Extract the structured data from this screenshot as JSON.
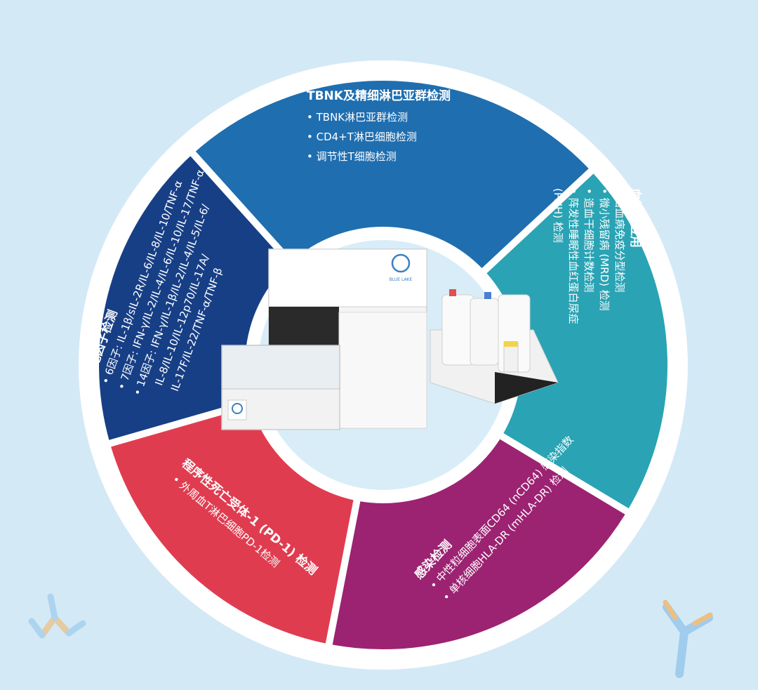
{
  "segments": [
    {
      "id": "tbnk",
      "color": "#1f6eb0",
      "title": "TBNK及精细淋巴亚群检测",
      "items": [
        "• TBNK淋巴亚群检测",
        "• CD4+T淋巴细胞检测",
        "• 调节性T细胞检测"
      ]
    },
    {
      "id": "hematology",
      "color": "#2aa3b4",
      "title": "血液科应用",
      "items": [
        "• 白血病免疫分型检测",
        "• 微小残留病 (MRD) 检测",
        "• 造血干细胞计数检测",
        "• 阵发性睡眠性血红蛋白尿症",
        "(PNH) 检测"
      ]
    },
    {
      "id": "infection",
      "color": "#9c2272",
      "title": "感染检测",
      "items": [
        "• 中性粒细胞表面CD64 (nCD64) 感染指数",
        "• 单核细胞HLA-DR (mHLA-DR) 检测"
      ]
    },
    {
      "id": "pd1",
      "color": "#e03c50",
      "title": "程序性死亡受体-1 (PD-1) 检测",
      "items": [
        "• 外周血T淋巴细胞PD-1检测"
      ]
    },
    {
      "id": "cytokine",
      "color": "#173f86",
      "title": "细胞因子检测",
      "items": [
        "• 6因子: IL-1β/sIL-2R/IL-6/IL-8/IL-10/TNF-α",
        "• 7因子: IFN-γ/IL-2/IL-4/IL-6/IL-10/IL-17/TNF-α",
        "• 14因子: IFN-γ/IL-1β/IL-2/IL-4/IL-5/IL-6/",
        "IL-8/IL-10/IL-12p70/IL-17A/",
        "IL-17F/IL-22/TNF-α/TNF-β"
      ]
    }
  ],
  "device": {
    "logo_text": "BLUE LAKE"
  }
}
